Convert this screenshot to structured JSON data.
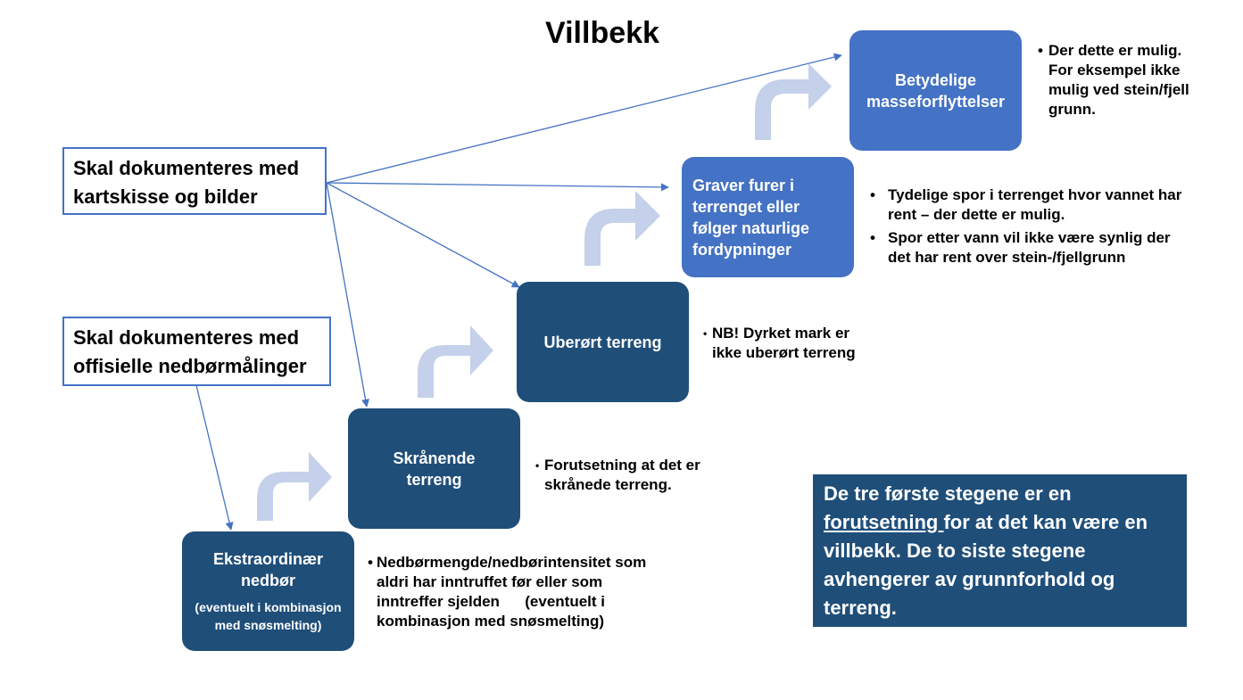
{
  "title": "Villbekk",
  "steps": [
    {
      "main": "Ekstraordinær nedbør",
      "sub": "(eventuelt i kombinasjon med snøsmelting)"
    },
    {
      "main": "Skrånende terreng"
    },
    {
      "main": "Uberørt terreng"
    },
    {
      "main": "Graver furer i terrenget eller følger naturlige fordypninger"
    },
    {
      "main": "Betydelige masseforflyttelser"
    }
  ],
  "documentation": {
    "map_photos": "Skal dokumenteres med kartskisse og bilder",
    "precipitation": "Skal dokumenteres med offisielle nedbørmålinger"
  },
  "notes": {
    "step1": [
      "Nedbørmengde/nedbørintensitet som aldri har inntruffet før eller som inntreffer sjelden      (eventuelt i kombinasjon med snøsmelting)"
    ],
    "step2": [
      "Forutsetning at det er skrånede terreng."
    ],
    "step3": [
      "NB! Dyrket mark er ikke uberørt terreng"
    ],
    "step4": [
      "Tydelige spor i terrenget hvor vannet har rent – der dette er mulig.",
      "Spor etter vann vil ikke være synlig der det har rent over stein-/fjellgrunn"
    ],
    "step5": [
      "Der dette er mulig. For eksempel ikke mulig ved stein/fjell grunn."
    ]
  },
  "summary": {
    "before": "De tre første stegene er en ",
    "underlined": "forutsetning ",
    "after": "for at det kan være en villbekk. De to siste stegene avhengerer av grunnforhold og terreng."
  },
  "colors": {
    "dark_step": "#1f4e79",
    "light_step": "#4472c4",
    "arrow": "#c5d0ea",
    "connector": "#4472c4"
  }
}
